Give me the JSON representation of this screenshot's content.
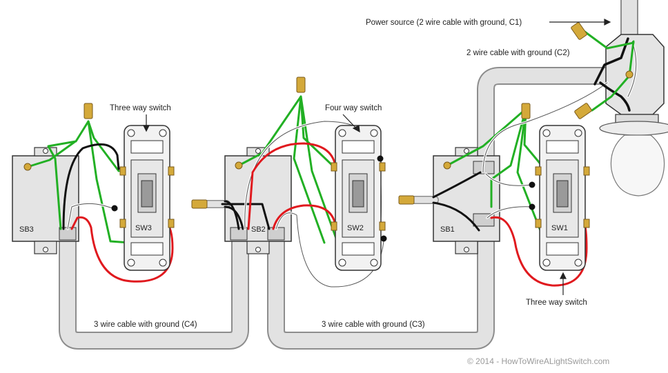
{
  "labels": {
    "power_source": "Power source (2 wire cable with ground, C1)",
    "cable_c2": "2 wire cable with ground (C2)",
    "three_way_left": "Three way switch",
    "four_way": "Four way switch",
    "three_way_right": "Three way switch",
    "cable_c4": "3 wire cable with ground (C4)",
    "cable_c3": "3 wire cable with ground (C3)"
  },
  "boxes": {
    "sb1": "SB1",
    "sb2": "SB2",
    "sb3": "SB3"
  },
  "switches": {
    "sw1": "SW1",
    "sw2": "SW2",
    "sw3": "SW3"
  },
  "copyright": "© 2014 - HowToWireALightSwitch.com",
  "colors": {
    "hot": "#111111",
    "neutral": "#ffffff",
    "traveler": "#e0191e",
    "ground": "#22b024",
    "cable": "#d4d4d4",
    "brass": "#d4a93a"
  }
}
